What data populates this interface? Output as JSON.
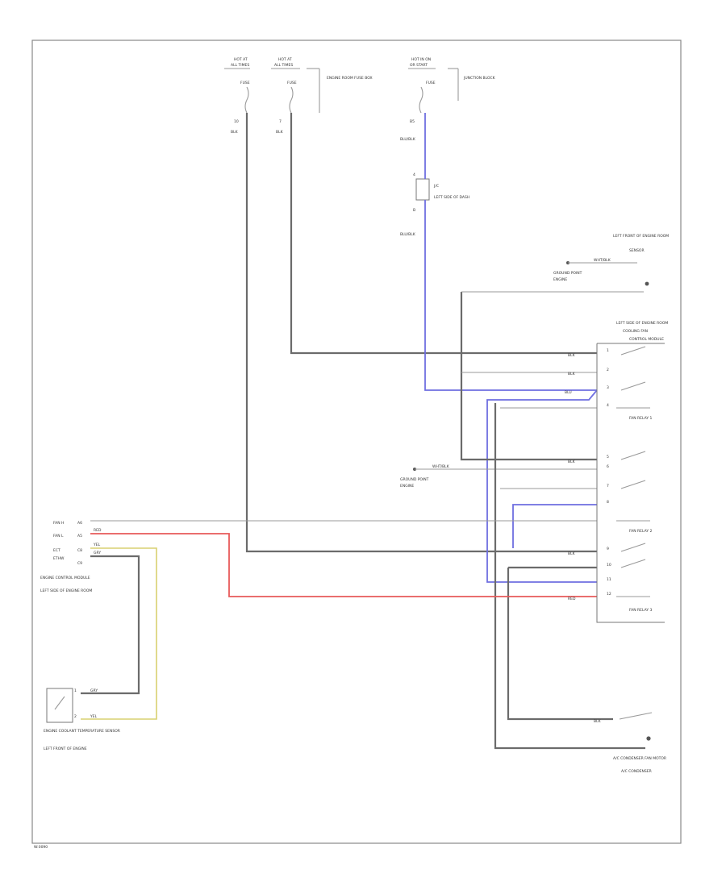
{
  "labels": {
    "fuse_a_title": "HOT AT",
    "fuse_a_sub": "ALL TIMES",
    "fuse_b_title": "HOT AT",
    "fuse_b_sub": "ALL TIMES",
    "fuse_a_name": "FUSE",
    "fuse_b_name": "FUSE",
    "fuse_box_name": "ENGINE ROOM FUSE BOX",
    "hot_run_title": "HOT IN ON",
    "hot_run_sub": "OR START",
    "relay_fuse_name": "FUSE",
    "relay_block": "JUNCTION BLOCK",
    "wire_a_num": "10",
    "wire_a_color": "BLK",
    "wire_b_num": "7",
    "wire_b_color": "BLK",
    "wire_c_num": "B5",
    "wire_c_color": "BLU/BLK",
    "splice_name": "J/C",
    "splice_desc": "LEFT SIDE OF DASH",
    "splice_pin_a": "4",
    "splice_pin_b": "B",
    "wire_d_color": "BLU/BLK",
    "lf_sensor_title": "LEFT FRONT OF ENGINE ROOM",
    "lf_sensor_sub": "SENSOR",
    "ground_a": "GROUND POINT",
    "ground_a_sub": "ENGINE",
    "wire_e_color": "WHT/BLK",
    "wire_f_color": "BLU",
    "module_title": "LEFT SIDE OF ENGINE ROOM",
    "module_sub": "COOLING FAN",
    "module_name": "CONTROL MODULE",
    "pin_1": "1",
    "pin_2": "2",
    "pin_3": "3",
    "pin_4": "4",
    "pin_5": "5",
    "pin_6": "6",
    "pin_7": "7",
    "pin_8": "8",
    "pin_9": "9",
    "pin_10": "10",
    "pin_11": "11",
    "pin_12": "12",
    "relay_1": "FAN RELAY 1",
    "relay_2": "FAN RELAY 2",
    "relay_3": "FAN RELAY 3",
    "ground_b": "GROUND POINT",
    "ground_b_sub": "ENGINE",
    "ecm_pin_a": "A6",
    "ecm_pin_b": "A5",
    "ecm_pin_c": "C8",
    "ecm_pin_d": "C9",
    "ecm_sig_a": "FAN H",
    "ecm_sig_b": "FAN L",
    "ecm_sig_c": "ECT",
    "ecm_sig_d": "ETHW",
    "ecm_name": "ENGINE CONTROL MODULE",
    "ecm_loc": "LEFT SIDE OF ENGINE ROOM",
    "wire_red_color": "RED",
    "wire_yel_color": "YEL",
    "wire_gry_color": "GRY",
    "sensor_name": "ENGINE COOLANT TEMPERATURE SENSOR",
    "sensor_loc": "LEFT FRONT OF ENGINE",
    "sensor_pin_1": "1",
    "sensor_pin_2": "2",
    "fan_motor_name": "A/C CONDENSER FAN MOTOR",
    "fan_motor_loc": "A/C CONDENSER",
    "fan_wire": "BLK",
    "footer": "W:0090"
  },
  "colors": {
    "wire_black": "#6b6b6b",
    "wire_blue": "#6f6fe0",
    "wire_red": "#e85a5a",
    "wire_yellow": "#d8d070"
  }
}
